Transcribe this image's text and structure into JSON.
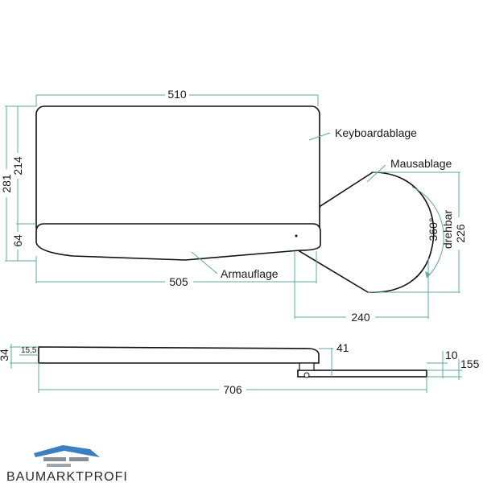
{
  "dimensions": {
    "width_top": "510",
    "width_armrest": "505",
    "height_total": "281",
    "height_keyboard": "214",
    "height_armrest": "64",
    "mouse_height": "226",
    "mouse_width": "240",
    "side_length": "706",
    "side_thickness": "34",
    "side_15_5": "15,5",
    "side_41": "41",
    "side_10": "10",
    "side_155": "155"
  },
  "labels": {
    "keyboard_tray": "Keyboardablage",
    "mouse_tray": "Mausablage",
    "armrest": "Armauflage",
    "rotation_deg": "360°",
    "rotatable": "drehbar"
  },
  "brand": {
    "name": "BAUMARKTPROFI"
  },
  "colors": {
    "dimension_lines": "#5fa8a0",
    "outline": "#111111",
    "brand_blue": "#3a7fc1",
    "brand_grey": "#8a8f96"
  }
}
